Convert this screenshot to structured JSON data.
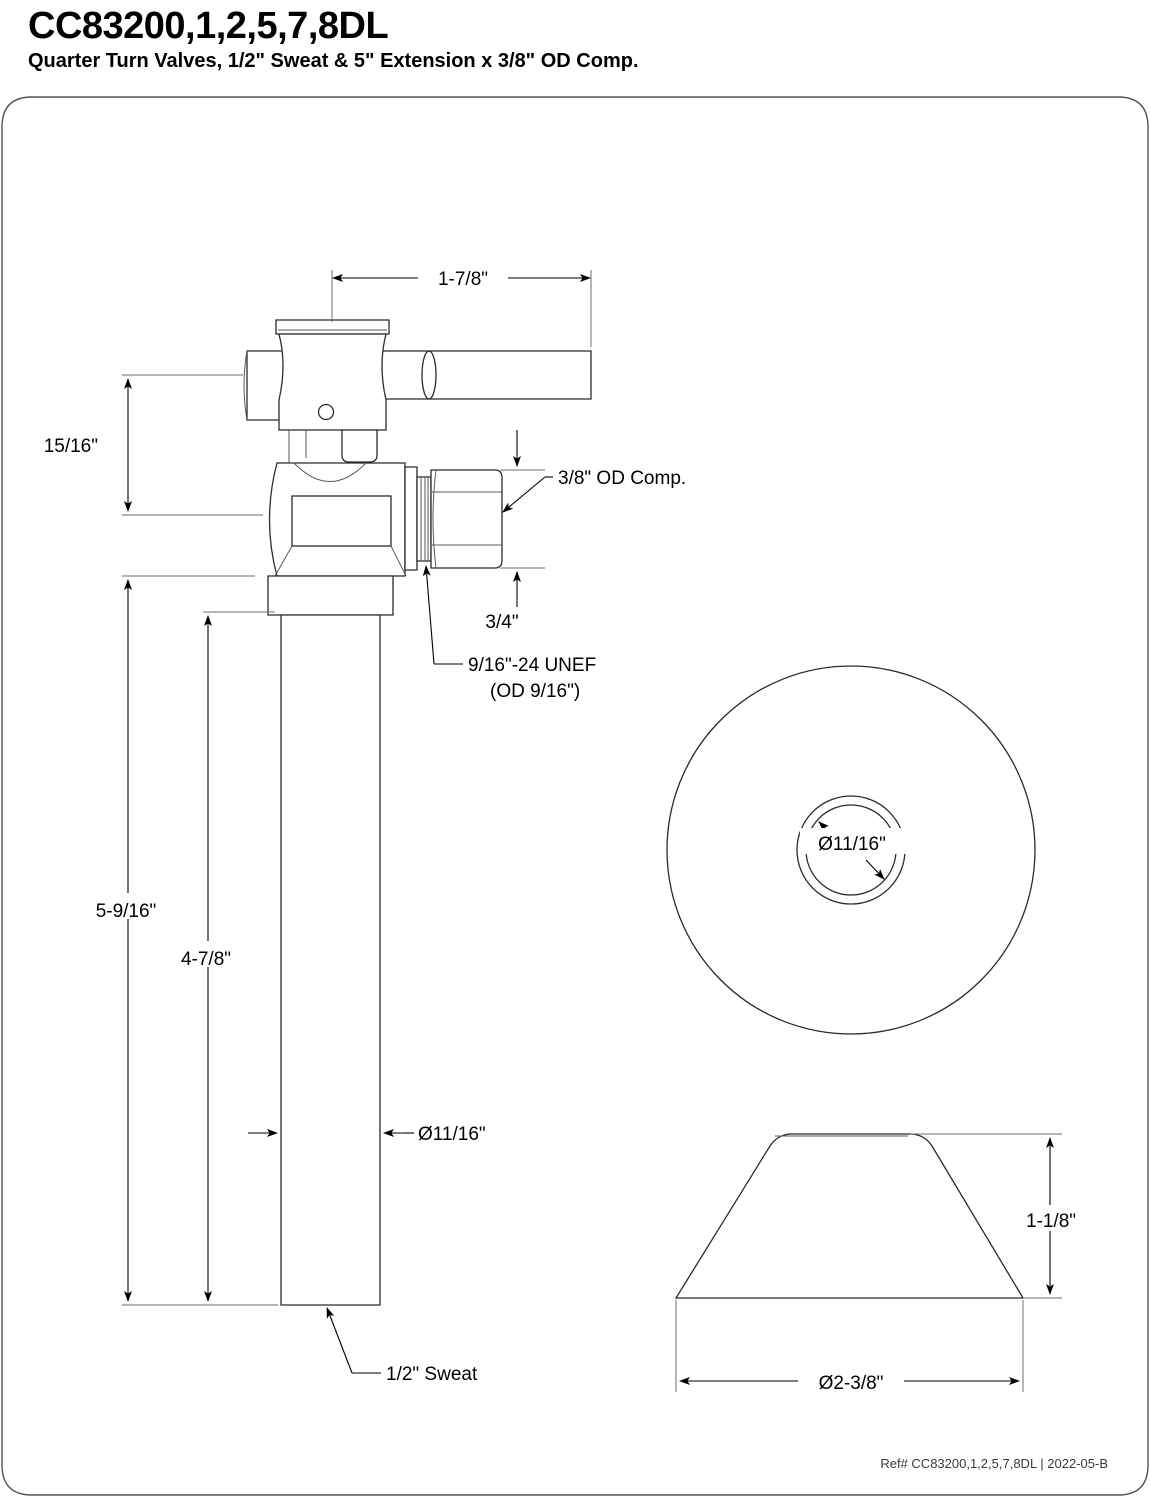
{
  "document": {
    "title": "CC83200,1,2,5,7,8DL",
    "subtitle": "Quarter Turn Valves, 1/2\" Sweat & 5\" Extension x 3/8\" OD Comp.",
    "footer_ref": "Ref# CC83200,1,2,5,7,8DL | 2022-05-B"
  },
  "dimensions": {
    "overall_width_top": "1-7/8\"",
    "valve_height": "15/16\"",
    "nut_height": "3/4\"",
    "tube_overall_length": "5-9/16\"",
    "tube_exposed_length": "4-7/8\"",
    "tube_diameter": "Ø11/16\"",
    "escutcheon_bore": "Ø11/16\"",
    "bell_height": "1-1/8\"",
    "bell_base_diameter": "Ø2-3/8\""
  },
  "callouts": {
    "outlet": "3/8\" OD Comp.",
    "thread_line1": "9/16\"-24 UNEF",
    "thread_line2": "(OD 9/16\")",
    "inlet": "1/2\" Sweat"
  },
  "views": {
    "main": "valve-assembly-elevation",
    "escutcheon_plan": "escutcheon-plan-view",
    "escutcheon_section": "escutcheon-cone-profile"
  },
  "colors": {
    "line": "#2b2b2b",
    "dimension": "#000000",
    "border": "#555555",
    "background": "#ffffff"
  }
}
